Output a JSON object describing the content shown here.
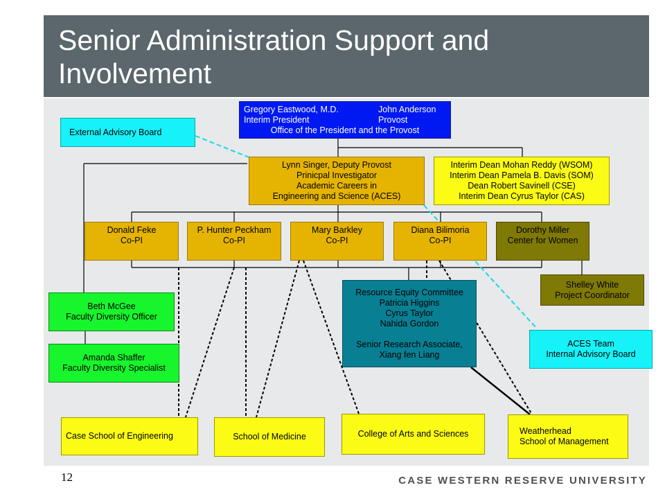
{
  "title": "Senior Administration Support and\nInvolvement",
  "page_number": "12",
  "university": "CASE WESTERN RESERVE UNIVERSITY",
  "president_box": {
    "left_name": "Gregory Eastwood, M.D.",
    "left_role": "Interim President",
    "right_name": "John Anderson",
    "right_role": "Provost",
    "office": "Office of the President and the Provost"
  },
  "external_board": "External Advisory Board",
  "deputy_provost": [
    "Lynn Singer, Deputy Provost",
    "Prinicpal Investigator",
    "Academic Careers in",
    "Engineering and Science (ACES)"
  ],
  "deans": [
    "Interim Dean Mohan Reddy (WSOM)",
    "Interim Dean Pamela B. Davis (SOM)",
    "Dean Robert Savinell (CSE)",
    "Interim Dean Cyrus Taylor (CAS)"
  ],
  "co_pis": [
    {
      "name": "Donald Feke",
      "role": "Co-PI"
    },
    {
      "name": "P. Hunter Peckham",
      "role": "Co-PI"
    },
    {
      "name": "Mary Barkley",
      "role": "Co-PI"
    },
    {
      "name": "Diana Bilimoria",
      "role": "Co-PI"
    }
  ],
  "women_center": [
    "Dorothy Miller",
    "Center for Women"
  ],
  "project_coordinator": [
    "Shelley White",
    "Project Coordinator"
  ],
  "diversity_officer": [
    "Beth McGee",
    "Faculty Diversity Officer"
  ],
  "diversity_specialist": [
    "Amanda Shaffer",
    "Faculty Diversity Specialist"
  ],
  "resource_equity": [
    "Resource Equity Committee",
    "Patricia Higgins",
    "Cyrus Taylor",
    "Nahida Gordon",
    "",
    "Senior Research Associate,",
    "Xiang fen Liang"
  ],
  "aces_team": [
    "ACES Team",
    "Internal Advisory Board"
  ],
  "schools": [
    {
      "lines": [
        "Case School of Engineering"
      ]
    },
    {
      "lines": [
        "School of Medicine"
      ]
    },
    {
      "lines": [
        "College of Arts and Sciences"
      ]
    },
    {
      "lines": [
        "Weatherhead",
        "School of Management"
      ]
    }
  ],
  "colors": {
    "title_bar": "#5b666d",
    "president": "#0019f2",
    "cyan": "#16f2f8",
    "gold": "#e5b402",
    "yellow": "#fbfb15",
    "olive": "#7f7905",
    "green": "#17f52c",
    "teal": "#097f93"
  }
}
